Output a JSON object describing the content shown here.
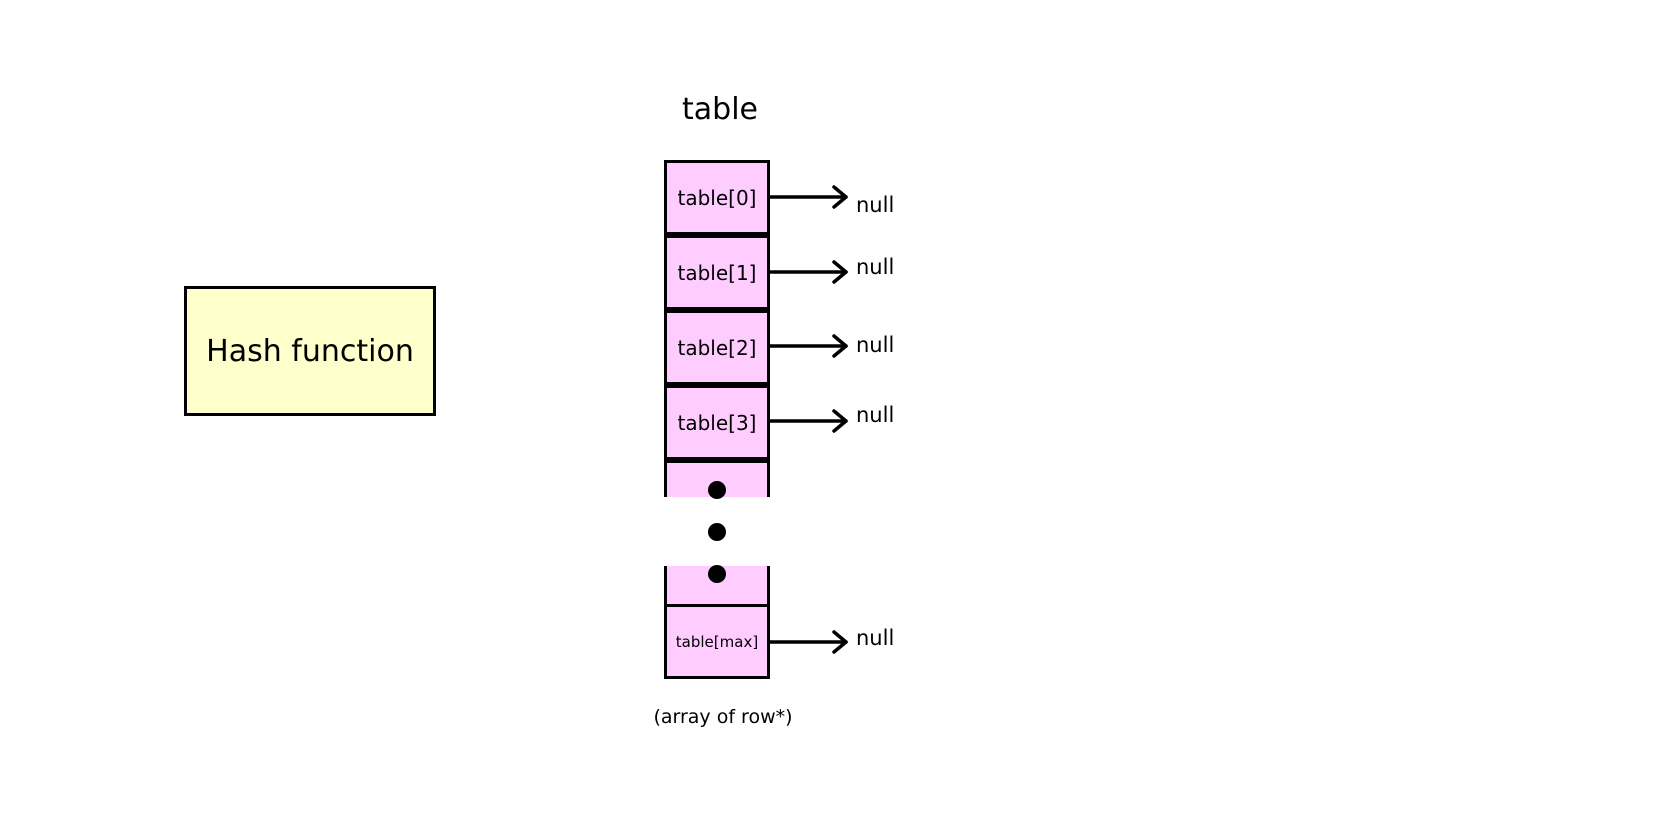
{
  "hash_function": {
    "label": "Hash function",
    "fill": "#ffffcc"
  },
  "table": {
    "title": "table",
    "fill": "#ffccff",
    "cells": [
      {
        "label": "table[0]",
        "points_to": "null"
      },
      {
        "label": "table[1]",
        "points_to": "null"
      },
      {
        "label": "table[2]",
        "points_to": "null"
      },
      {
        "label": "table[3]",
        "points_to": "null"
      },
      {
        "label": "table[max]",
        "points_to": "null"
      }
    ],
    "caption": "(array of row*)"
  },
  "icons": {
    "ellipsis": "vertical-ellipsis-dots",
    "arrow": "right-arrow-icon"
  }
}
